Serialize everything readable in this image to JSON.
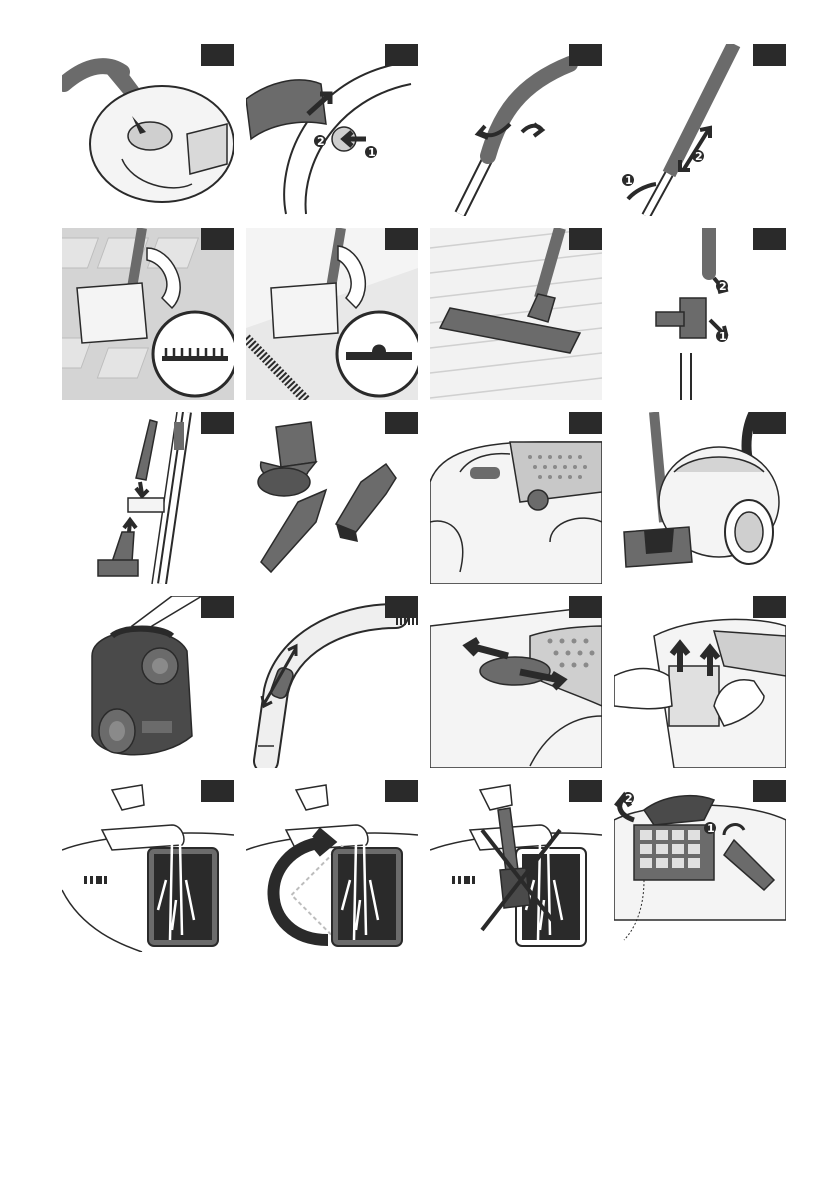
{
  "figure_sheet": {
    "panels": [
      {
        "row": 1,
        "col": 1,
        "icon": "hose-connect-icon"
      },
      {
        "row": 1,
        "col": 2,
        "icon": "hose-release-icon",
        "steps": [
          "1",
          "2"
        ]
      },
      {
        "row": 1,
        "col": 3,
        "icon": "tube-twist-icon"
      },
      {
        "row": 1,
        "col": 4,
        "icon": "telescopic-tube-icon",
        "steps": [
          "1",
          "2"
        ]
      },
      {
        "row": 2,
        "col": 1,
        "icon": "nozzle-hard-floor-icon"
      },
      {
        "row": 2,
        "col": 2,
        "icon": "nozzle-carpet-icon"
      },
      {
        "row": 2,
        "col": 3,
        "icon": "parquet-nozzle-icon"
      },
      {
        "row": 2,
        "col": 4,
        "icon": "accessory-mount-icon",
        "steps": [
          "1",
          "2"
        ]
      },
      {
        "row": 3,
        "col": 1,
        "icon": "accessory-clip-icon"
      },
      {
        "row": 3,
        "col": 2,
        "icon": "accessories-icon"
      },
      {
        "row": 3,
        "col": 3,
        "icon": "power-button-icon"
      },
      {
        "row": 3,
        "col": 4,
        "icon": "parking-position-icon"
      },
      {
        "row": 4,
        "col": 1,
        "icon": "carry-handle-icon"
      },
      {
        "row": 4,
        "col": 2,
        "icon": "airflow-slider-icon"
      },
      {
        "row": 4,
        "col": 3,
        "icon": "power-slider-icon"
      },
      {
        "row": 4,
        "col": 4,
        "icon": "filter-remove-icon"
      },
      {
        "row": 5,
        "col": 1,
        "icon": "filter-rinse-icon"
      },
      {
        "row": 5,
        "col": 2,
        "icon": "filter-rinse-rotate-icon"
      },
      {
        "row": 5,
        "col": 3,
        "icon": "no-brush-icon"
      },
      {
        "row": 5,
        "col": 4,
        "icon": "filter-reinsert-icon",
        "steps": [
          "1",
          "2"
        ]
      }
    ],
    "colors": {
      "ink": "#2a2a2a",
      "mid": "#6b6b6b",
      "light": "#cfcfcf",
      "pale": "#ececec"
    }
  }
}
